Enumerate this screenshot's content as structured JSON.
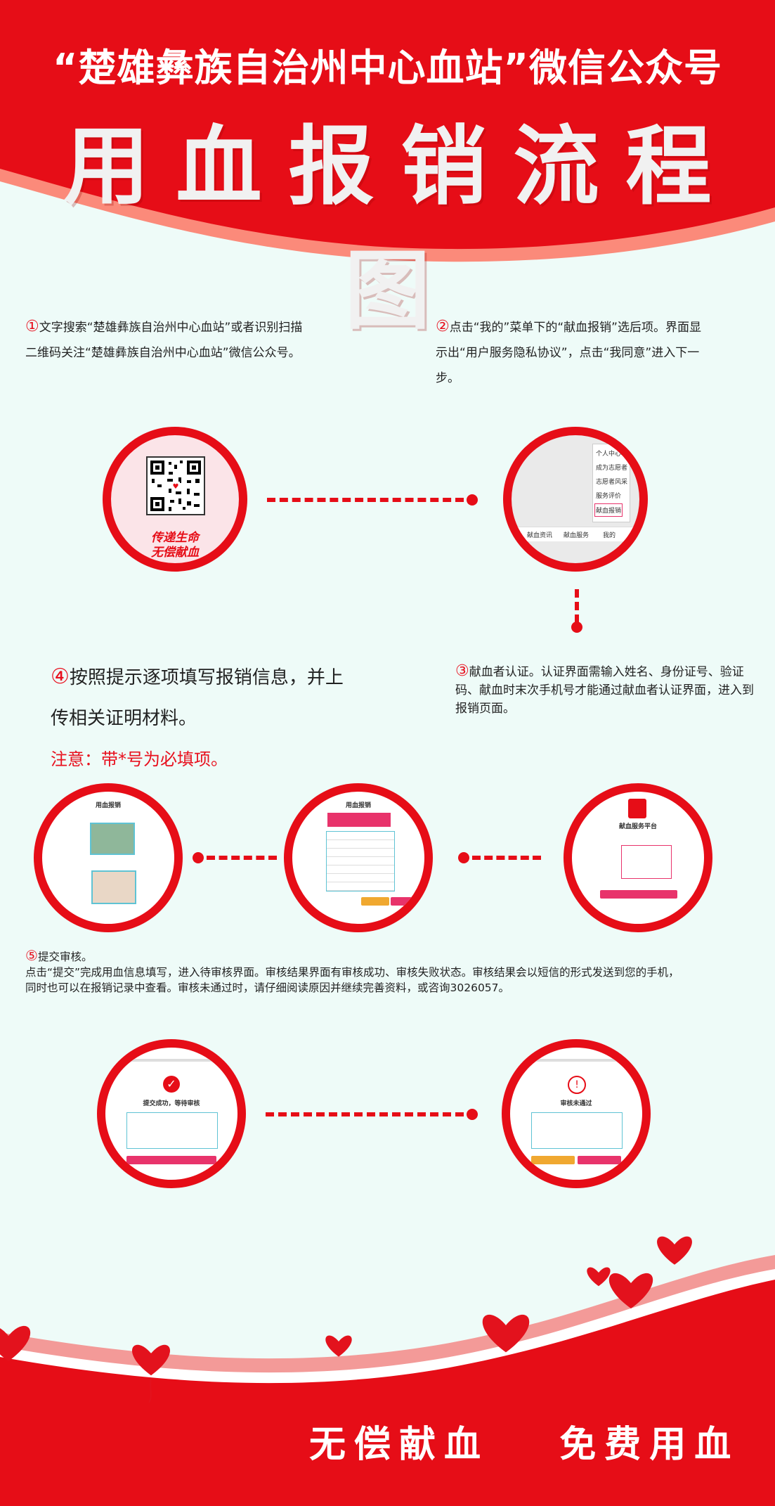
{
  "header": {
    "subtitle": "“楚雄彝族自治州中心血站”微信公众号",
    "title": "用血报销流程图"
  },
  "steps": {
    "s1": {
      "num": "①",
      "line1": "文字搜索“楚雄彝族自治州中心血站”或者识别扫描",
      "line2": "二维码关注“楚雄彝族自治州中心血站”微信公众号。"
    },
    "s2": {
      "num": "②",
      "line1": "点击“我的”菜单下的“献血报销”选后项。界面显",
      "line2": "示出“用户服务隐私协议”，点击“我同意”进入下一",
      "line3": "步。"
    },
    "s3": {
      "num": "③",
      "line1": "献血者认证。认证界面需输入姓名、身份证号、验证",
      "line2": "码、献血时末次手机号才能通过献血者认证界面，进入到",
      "line3": "报销页面。"
    },
    "s4": {
      "num": "④",
      "line1": "按照提示逐项填写报销信息，并上",
      "line2": "传相关证明材料。",
      "note": "注意：带*号为必填项。"
    },
    "s5": {
      "num": "⑤",
      "head": "提交审核。",
      "line1": "点击“提交”完成用血信息填写，进入待审核界面。审核结果界面有审核成功、审核失败状态。审核结果会以短信的形式发送到您的手机，",
      "line2": "同时也可以在报销记录中查看。审核未通过时，请仔细阅读原因并继续完善资料，或咨询3026057。"
    }
  },
  "qr_slogan": {
    "line1": "传递生命",
    "line2": "无偿献血"
  },
  "menu": {
    "items": [
      "个人中心",
      "成为志愿者",
      "志愿者风采",
      "服务评价",
      "献血报销"
    ],
    "tabs": [
      "献血资讯",
      "献血服务",
      "我的"
    ]
  },
  "screens": {
    "upload_title": "用血报销",
    "form_title": "用血报销",
    "auth_title": "献血服务平台",
    "submit_ok": "提交成功，等待审核",
    "submit_fail": "审核未通过"
  },
  "footer": {
    "left": "无偿献血",
    "right": "免费用血"
  },
  "colors": {
    "primary_red": "#e60d17",
    "background": "#eefbf8",
    "accent_pink": "#e8336b"
  }
}
